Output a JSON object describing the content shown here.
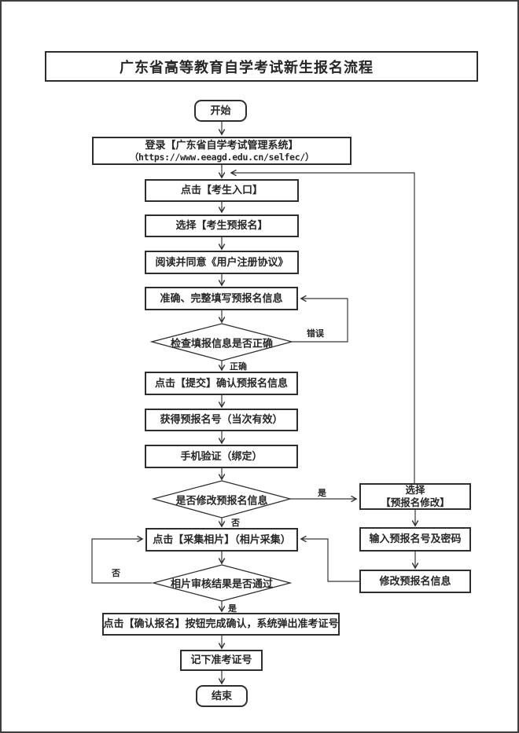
{
  "page": {
    "title": "广东省高等教育自学考试新生报名流程"
  },
  "colors": {
    "ink": "#2e2e2e",
    "background": "#ffffff"
  },
  "flowchart": {
    "nodes": {
      "start": "开始",
      "login_line1": "登录【广东省自学考试管理系统】",
      "login_line2": "（https://www.eeagd.edu.cn/selfec/）",
      "entrance": "点击【考生入口】",
      "select_prereg": "选择【考生预报名】",
      "agreement": "阅读并同意《用户注册协议》",
      "fill_info": "准确、完整填写预报名信息",
      "check_info": "检查填报信息是否正确",
      "submit": "点击【提交】确认预报名信息",
      "get_number": "获得预报名号（当次有效）",
      "phone_verify": "手机验证（绑定）",
      "modify_decision": "是否修改预报名信息",
      "photo_collect": "点击【采集相片】（相片采集）",
      "photo_review": "相片审核结果是否通过",
      "confirm": "点击【确认报名】按钮完成确认，系统弹出准考证号",
      "note_number": "记下准考证号",
      "end": "结束",
      "select_modify_line1": "选择",
      "select_modify_line2": "【预报名修改】",
      "input_number": "输入预报名号及密码",
      "modify_info": "修改预报名信息"
    },
    "labels": {
      "error": "错误",
      "correct": "正确",
      "yes_modify": "是",
      "no_modify": "否",
      "no_photo": "否",
      "yes_photo": "是"
    }
  }
}
